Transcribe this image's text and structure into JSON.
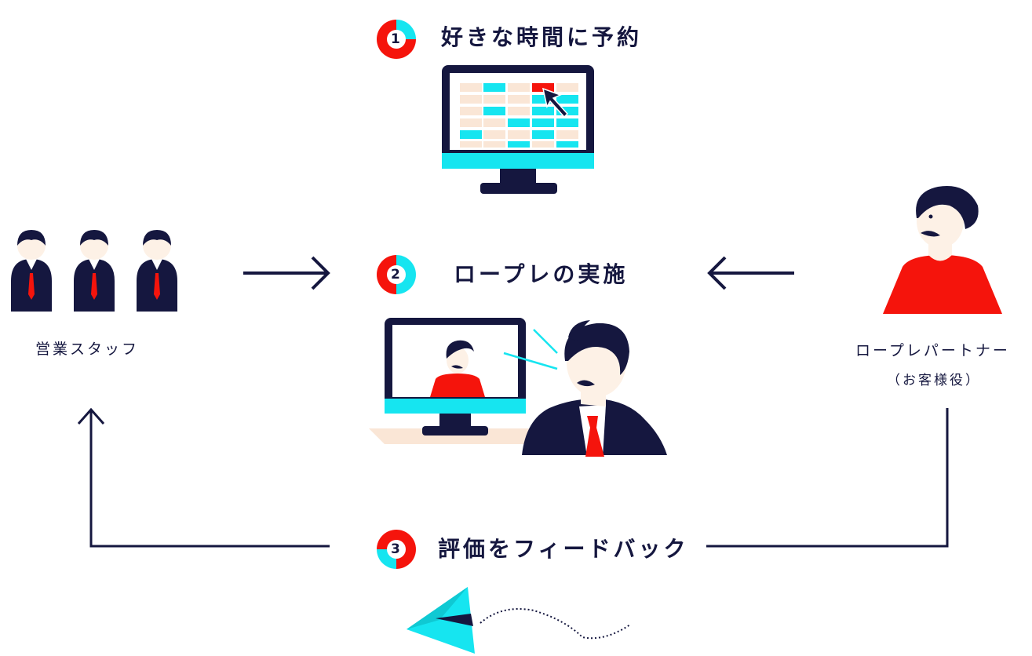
{
  "steps": [
    {
      "number": "1",
      "title": "好きな時間に予約"
    },
    {
      "number": "2",
      "title": "ロープレの実施"
    },
    {
      "number": "3",
      "title": "評価をフィードバック"
    }
  ],
  "actors": {
    "sales": {
      "label": "営業スタッフ"
    },
    "partner": {
      "label": "ロープレパートナー",
      "sublabel": "（お客様役）"
    }
  },
  "colors": {
    "navy": "#15173f",
    "red": "#f5140c",
    "cyan": "#16e5f0",
    "beige": "#fae6d6",
    "skin": "#fdf1e6"
  }
}
